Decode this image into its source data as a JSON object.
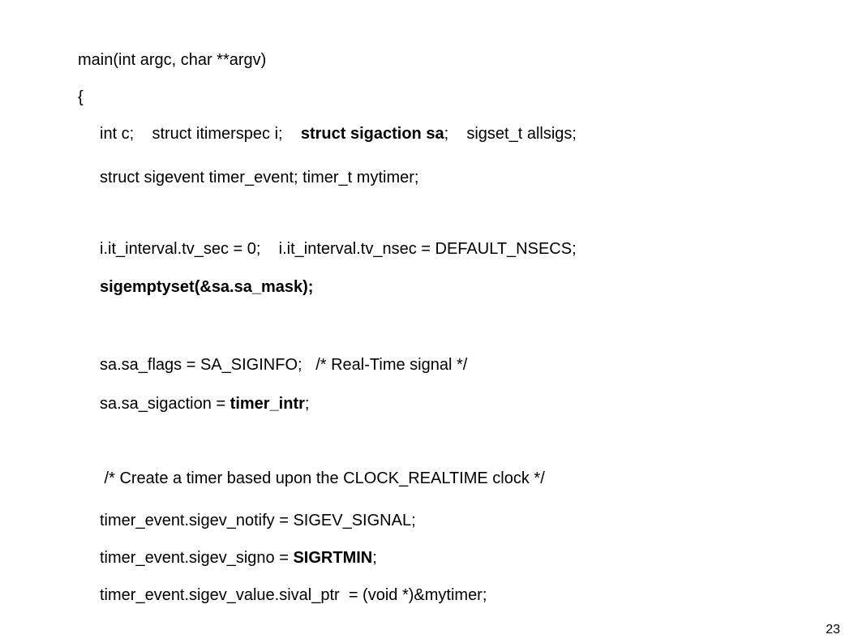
{
  "slide": {
    "lines": [
      {
        "segments": [
          {
            "text": "main(int argc, char **argv)",
            "bold": false
          }
        ]
      },
      {
        "segments": [
          {
            "text": "{",
            "bold": false
          }
        ]
      },
      {
        "segments": [
          {
            "text": "int c;    struct itimerspec i;    ",
            "bold": false
          },
          {
            "text": "struct sigaction sa",
            "bold": true
          },
          {
            "text": ";    sigset_t allsigs;",
            "bold": false
          }
        ]
      },
      {
        "segments": [
          {
            "text": "struct sigevent timer_event; timer_t mytimer;",
            "bold": false
          }
        ]
      },
      {
        "segments": [
          {
            "text": "i.it_interval.tv_sec = 0;    i.it_interval.tv_nsec = DEFAULT_NSECS;",
            "bold": false
          }
        ]
      },
      {
        "segments": [
          {
            "text": "sigemptyset(&sa.sa_mask);",
            "bold": true
          }
        ]
      },
      {
        "segments": [
          {
            "text": "sa.sa_flags = SA_SIGINFO;   /* Real-Time signal */",
            "bold": false
          }
        ]
      },
      {
        "segments": [
          {
            "text": "sa.sa_sigaction = ",
            "bold": false
          },
          {
            "text": "timer_intr",
            "bold": true
          },
          {
            "text": ";",
            "bold": false
          }
        ]
      },
      {
        "segments": [
          {
            "text": " /* Create a timer based upon the CLOCK_REALTIME clock */",
            "bold": false
          }
        ]
      },
      {
        "segments": [
          {
            "text": "timer_event.sigev_notify = SIGEV_SIGNAL;",
            "bold": false
          }
        ]
      },
      {
        "segments": [
          {
            "text": "timer_event.sigev_signo = ",
            "bold": false
          },
          {
            "text": "SIGRTMIN",
            "bold": true
          },
          {
            "text": ";",
            "bold": false
          }
        ]
      },
      {
        "segments": [
          {
            "text": "timer_event.sigev_value.sival_ptr  = (void *)&mytimer;",
            "bold": false
          }
        ]
      }
    ],
    "page_number": "23"
  }
}
